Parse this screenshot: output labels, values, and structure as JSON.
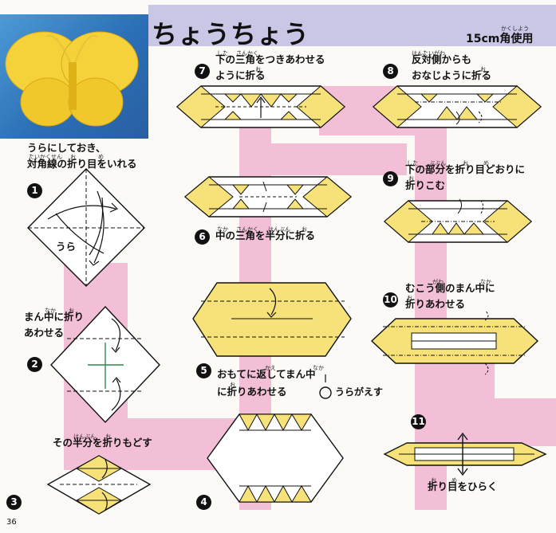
{
  "header": {
    "title": "ちょうちょう",
    "paper_size": "15cm角使用",
    "paper_ruby": "かくしよう"
  },
  "steps": {
    "s1": {
      "num": "1",
      "line1": "うらにしておき、",
      "line2": "対角線の折り目をいれる",
      "ruby1": "たいかくせん",
      "ruby2": "お",
      "ruby3": "め",
      "diagram_label": "うら"
    },
    "s2": {
      "num": "2",
      "line1": "まん中に折り",
      "line2": "あわせる",
      "ruby1": "なか",
      "ruby2": "お"
    },
    "s3": {
      "num": "3",
      "line1": "その半分を折りもどす",
      "ruby1": "はんぶん",
      "ruby2": "お"
    },
    "s4": {
      "num": "4"
    },
    "s5": {
      "num": "5",
      "line1": "おもてに返してまん中",
      "line2": "に折りあわせる",
      "ruby1": "かえ",
      "ruby2": "なか",
      "ruby3": "お",
      "flip_label": "うらがえす"
    },
    "s6": {
      "num": "6",
      "line1": "中の三角を半分に折る",
      "ruby1": "なか",
      "ruby2": "さんかく",
      "ruby3": "はんぶん",
      "ruby4": "お"
    },
    "s7": {
      "num": "7",
      "line1": "下の三角をつきあわせる",
      "line2": "ように折る",
      "ruby1": "した",
      "ruby2": "さんかく",
      "ruby3": "お"
    },
    "s8": {
      "num": "8",
      "line1": "反対側からも",
      "line2": "おなじように折る",
      "ruby1": "はんたいがわ",
      "ruby2": "お"
    },
    "s9": {
      "num": "9",
      "line1": "下の部分を折り目どおりに",
      "line2": "折りこむ",
      "ruby1": "した",
      "ruby2": "ぶぶん",
      "ruby3": "お",
      "ruby4": "め",
      "ruby5": "お"
    },
    "s10": {
      "num": "10",
      "line1": "むこう側のまん中に",
      "line2": "折りあわせる",
      "ruby1": "がわ",
      "ruby2": "なか",
      "ruby3": "お"
    },
    "s11": {
      "num": "11",
      "line1": "折り目をひらく",
      "ruby1": "お",
      "ruby2": "め"
    }
  },
  "footer": {
    "page_number": "36"
  },
  "colors": {
    "paper_yellow": "#f7e27a",
    "paper_white": "#ffffff",
    "path_pink": "#f2bfd6",
    "title_band": "#c9c6e6"
  }
}
